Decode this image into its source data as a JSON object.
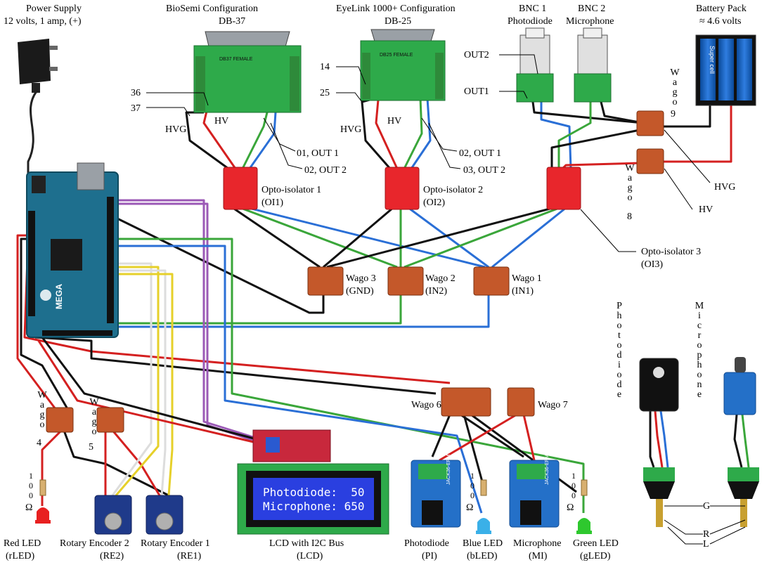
{
  "colors": {
    "wire_red": "#d42020",
    "wire_black": "#111111",
    "wire_blue": "#2a6fd6",
    "wire_green": "#3aa63a",
    "wire_purple": "#9b59b6",
    "wire_yellow": "#e6d02a",
    "wire_white": "#dddddd",
    "board_green": "#2eaa4a",
    "opto_red": "#e8262c",
    "wago_orange": "#c4582a",
    "arduino_blue": "#1e6f8e",
    "lcd_blue": "#2a3fe0"
  },
  "labels": {
    "power_supply": "Power Supply",
    "power_supply_spec": "12 volts, 1 amp, (+)",
    "biosemi": "BioSemi Configuration",
    "biosemi_conn": "DB-37",
    "eyelink": "EyeLink 1000+ Configuration",
    "eyelink_conn": "DB-25",
    "bnc1": "BNC 1",
    "bnc1_sub": "Photodiode",
    "bnc2": "BNC 2",
    "bnc2_sub": "Microphone",
    "battery": "Battery Pack",
    "battery_sub": "≈ 4.6 volts",
    "pin36": "36",
    "pin37": "37",
    "pin14": "14",
    "pin25": "25",
    "hvg1": "HVG",
    "hv1": "HV",
    "hvg2": "HVG",
    "hv2": "HV",
    "hvg3": "HVG",
    "hv3": "HV",
    "b_out1": "01, OUT 1",
    "b_out2": "02, OUT 2",
    "e_out1": "02, OUT 1",
    "e_out2": "03, OUT 2",
    "out2": "OUT2",
    "out1": "OUT1",
    "oi1": "Opto-isolator 1",
    "oi1_abbr": "(OI1)",
    "oi2": "Opto-isolator 2",
    "oi2_abbr": "(OI2)",
    "oi3": "Opto-isolator 3",
    "oi3_abbr": "(OI3)",
    "wago3": "Wago 3",
    "wago3_abbr": "(GND)",
    "wago2": "Wago 2",
    "wago2_abbr": "(IN2)",
    "wago1": "Wago 1",
    "wago1_abbr": "(IN1)",
    "wago9_num": "9",
    "wago8_num": "8",
    "wago_word": "Wago",
    "wago4_num": "4",
    "wago5_num": "5",
    "wago6": "Wago 6",
    "wago7": "Wago 7",
    "photodiode_vert": "Photodiode",
    "microphone_vert": "Microphone",
    "resistor_value": "100",
    "ohm": "Ω",
    "g": "G",
    "r": "R",
    "l": "L",
    "lcd_line1": "Photodiode:  50",
    "lcd_line2": "Microphone: 650",
    "red_led": "Red LED",
    "red_led_abbr": "(rLED)",
    "re2": "Rotary Encoder 2",
    "re2_abbr": "(RE2)",
    "re1": "Rotary Encoder 1",
    "re1_abbr": "(RE1)",
    "lcd": "LCD with I2C Bus",
    "lcd_abbr": "(LCD)",
    "photodiode": "Photodiode",
    "photodiode_abbr": "(PI)",
    "blue_led": "Blue LED",
    "blue_led_abbr": "(bLED)",
    "microphone": "Microphone",
    "microphone_abbr": "(MI)",
    "green_led": "Green LED",
    "green_led_abbr": "(gLED)",
    "mega": "MEGA",
    "supercell": "Super cell",
    "db37_chip": "DB37      FEMALE",
    "db25_chip": "DB25      FEMALE",
    "jack": "JACK36-ERM"
  }
}
